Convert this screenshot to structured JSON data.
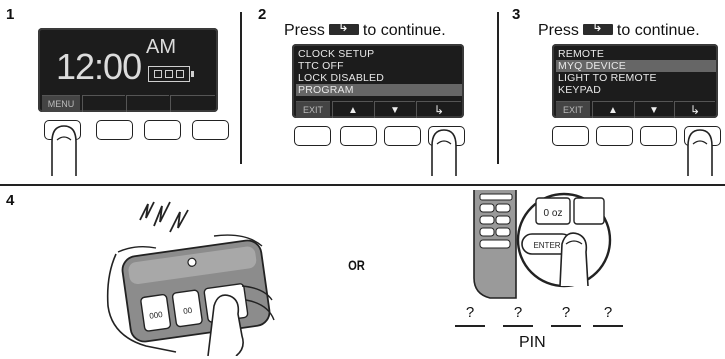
{
  "steps": {
    "s1": "1",
    "s2": "2",
    "s3": "3",
    "s4": "4"
  },
  "panel1": {
    "time": "12:00",
    "ampm": "AM",
    "softkey_menu": "MENU"
  },
  "panel2": {
    "instruction_press": "Press",
    "instruction_rest": "to continue.",
    "menu": [
      "CLOCK SETUP",
      "TTC OFF",
      "LOCK DISABLED",
      "PROGRAM"
    ],
    "softkey_exit": "EXIT"
  },
  "panel3": {
    "instruction_press": "Press",
    "instruction_rest": "to continue.",
    "menu": [
      "REMOTE",
      "MYQ DEVICE",
      "LIGHT TO REMOTE",
      "KEYPAD"
    ],
    "softkey_exit": "EXIT"
  },
  "step4": {
    "or_label": "OR",
    "remote_btn1": "000",
    "remote_btn2": "00",
    "keypad_key": "0 oz",
    "keypad_enter": "ENTER",
    "pin_digits": [
      "?",
      "?",
      "?",
      "?"
    ],
    "pin_label": "PIN"
  },
  "colors": {
    "lcd": "#1c1c1c",
    "highlight": "#666666"
  }
}
